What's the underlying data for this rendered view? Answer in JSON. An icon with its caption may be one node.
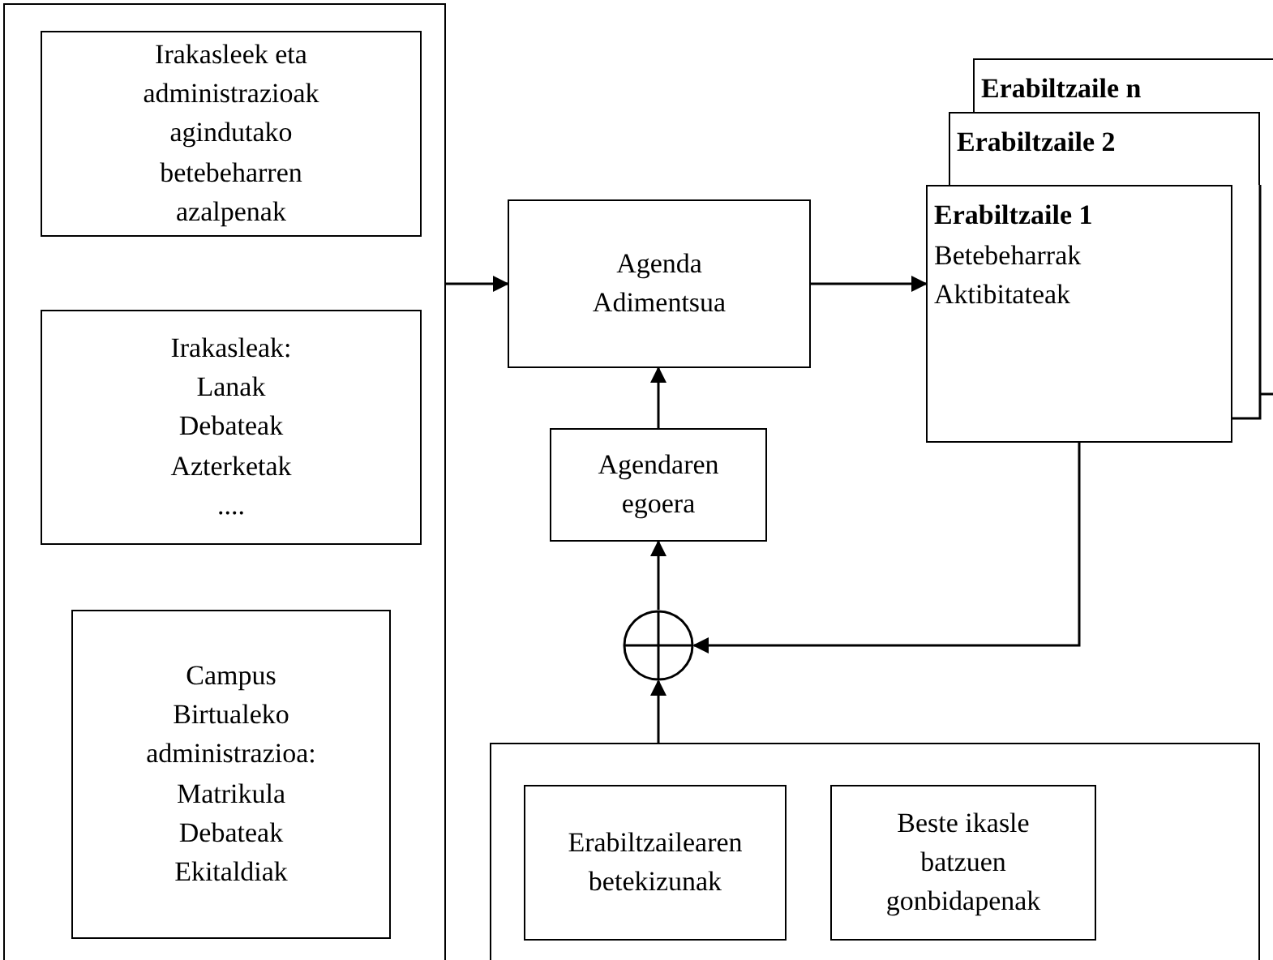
{
  "diagram": {
    "nodes": [
      {
        "text": [],
        "shape": "box"
      },
      {
        "text": [
          "Irakasleek eta administrazioak agindutako betebeharren azalpenak"
        ],
        "in": 0
      },
      {
        "text": [
          "Irakasleak: Lanak Debateak Azterketak ...."
        ],
        "in": 0
      },
      {
        "text": [
          "Campus Birtualeko administrazioa: Matrikula Debateak Ekitaldiak"
        ],
        "in": 0
      },
      {
        "text": [
          "Agenda Adimentsua"
        ]
      },
      {
        "text": [
          "Erabiltzaile n"
        ]
      },
      {
        "text": [
          "Erabiltzaile 2"
        ]
      },
      {
        "text": [
          "Erabiltzaile 1",
          "Betebeharrak",
          "Aktibitateak"
        ]
      },
      {
        "text": [
          "Agendaren egoera"
        ]
      },
      {
        "text": [],
        "shape": "circle"
      },
      {
        "text": [],
        "shape": "box"
      },
      {
        "text": [
          "Erabiltzailearen betekizunak"
        ],
        "in": 10
      },
      {
        "text": [
          "Beste ikasle batzuen gonbidapenak"
        ],
        "in": 10
      }
    ],
    "edges": [
      {
        "from": 0,
        "to": 4,
        "arrow": "to"
      },
      {
        "from": 4,
        "to": 7,
        "arrow": "to"
      },
      {
        "from": 7,
        "to": 9,
        "arrow": "to"
      },
      {
        "from": 9,
        "to": 8,
        "arrow": "to"
      },
      {
        "from": 8,
        "to": 4,
        "arrow": "to"
      },
      {
        "from": 10,
        "to": 9,
        "arrow": "to"
      }
    ]
  }
}
